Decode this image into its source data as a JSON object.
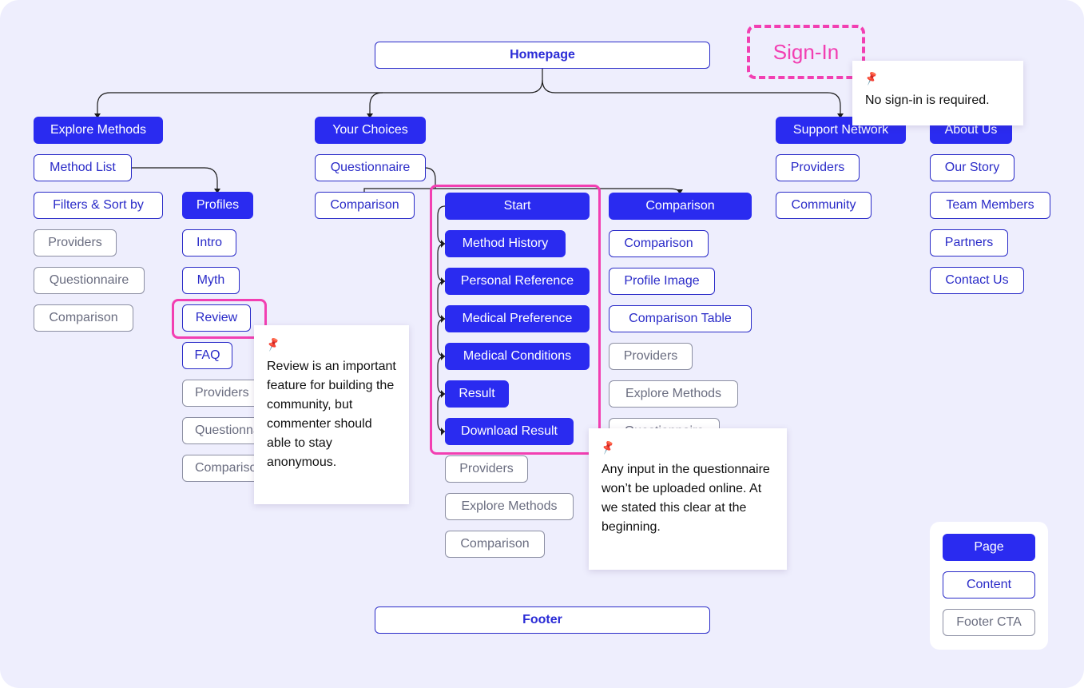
{
  "root": {
    "homepage": "Homepage",
    "footer": "Footer"
  },
  "signin": {
    "label": "Sign-In"
  },
  "notes": {
    "signin": "No sign-in is  required.",
    "review": "Review is an important feature for building the community, but commenter should able to stay anonymous.",
    "questionnaire": "Any input in the questionnaire won’t be uploaded online. At we stated this clear at the beginning."
  },
  "explore": {
    "title": "Explore Methods",
    "method_list": "Method List",
    "filters": "Filters & Sort by",
    "providers": "Providers",
    "questionnaire": "Questionnaire",
    "comparison": "Comparison"
  },
  "profiles": {
    "title": "Profiles",
    "intro": "Intro",
    "myth": "Myth",
    "review": "Review",
    "faq": "FAQ",
    "providers": "Providers",
    "questionnaire": "Questionnaire",
    "comparison": "Comparison"
  },
  "choices": {
    "title": "Your Choices",
    "questionnaire": "Questionnaire",
    "comparison": "Comparison"
  },
  "questionnaire_flow": {
    "start": "Start",
    "method_history": "Method History",
    "personal_reference": "Personal Reference",
    "medical_preference": "Medical Preference",
    "medical_conditions": "Medical Conditions",
    "result": "Result",
    "download_result": "Download Result",
    "providers": "Providers",
    "explore_methods": "Explore Methods",
    "comparison": "Comparison"
  },
  "comparison_page": {
    "title": "Comparison",
    "comparison": "Comparison",
    "profile_image": "Profile Image",
    "comparison_table": "Comparison Table",
    "providers": "Providers",
    "explore_methods": "Explore Methods",
    "questionnaire": "Questionnaire"
  },
  "support": {
    "title": "Support Network",
    "providers": "Providers",
    "community": "Community"
  },
  "about": {
    "title": "About Us",
    "our_story": "Our Story",
    "team_members": "Team Members",
    "partners": "Partners",
    "contact_us": "Contact Us"
  },
  "legend": {
    "page": "Page",
    "content": "Content",
    "footer_cta": "Footer CTA"
  },
  "colors": {
    "background": "#eeeefd",
    "page_fill": "#2a2bf0",
    "content_border": "#2a2bc8",
    "cta_border": "#8c8fa3",
    "highlight": "#f23fb2"
  }
}
